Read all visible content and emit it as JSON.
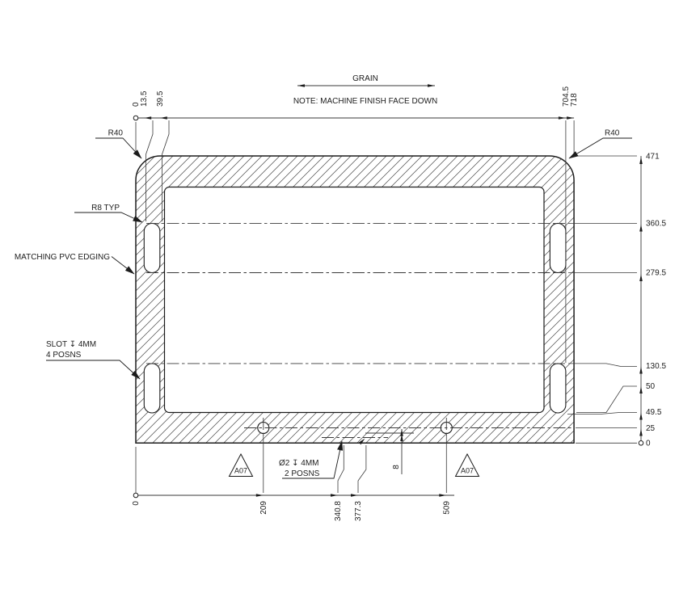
{
  "drawing": {
    "grain": "GRAIN",
    "note": "NOTE: MACHINE FINISH FACE DOWN",
    "callouts": {
      "r40_left": "R40",
      "r40_right": "R40",
      "r8": "R8 TYP",
      "edging": "MATCHING PVC EDGING",
      "slot_line1": "SLOT ↧ 4MM",
      "slot_line2": "4 POSNS",
      "hole_line1": "Ø2 ↧ 4MM",
      "hole_line2": "2 POSNS",
      "depth8": "8",
      "datum_left": "A07",
      "datum_right": "A07"
    },
    "dims": {
      "top": [
        "0",
        "13.5",
        "39.5",
        "704.5",
        "718"
      ],
      "right": [
        "471",
        "360.5",
        "279.5",
        "130.5",
        "50",
        "49.5",
        "25",
        "0"
      ],
      "bottom": [
        "0",
        "209",
        "340.8",
        "377.3",
        "509"
      ]
    }
  }
}
